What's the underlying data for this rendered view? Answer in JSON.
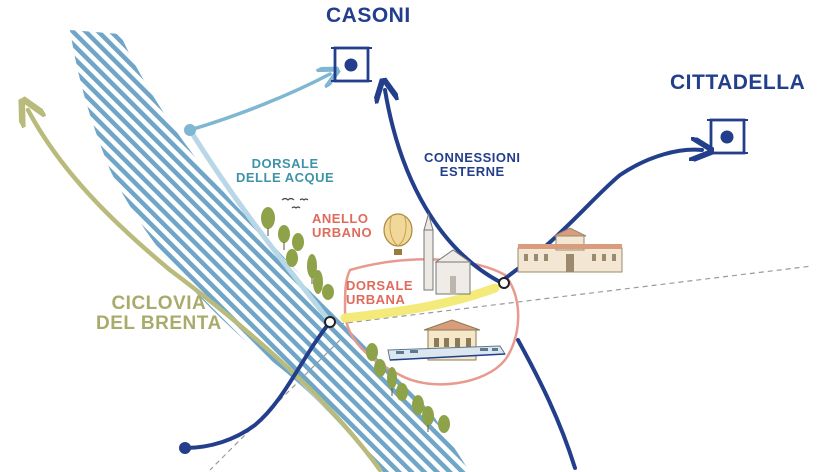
{
  "places": {
    "casoni": "CASONI",
    "cittadella": "CITTADELLA"
  },
  "routes": {
    "dorsale_acque": [
      "DORSALE",
      "DELLE ACQUE"
    ],
    "connessioni_esterne": [
      "CONNESSIONI",
      "ESTERNE"
    ],
    "anello_urbano": [
      "ANELLO",
      "URBANO"
    ],
    "dorsale_urbana": [
      "DORSALE",
      "URBANA"
    ],
    "ciclovia_brenta": [
      "CICLOVIA",
      "DEL BRENTA"
    ]
  },
  "colors": {
    "dark_blue": "#233f8c",
    "light_blue": "#7fb6d2",
    "river_hatch": "#6fa6c8",
    "olive": "#b9bb7c",
    "red_label": "#e06a5b",
    "ring": "#e89a8e",
    "yellow": "#f3ea7a",
    "tree_green": "#8ea24a",
    "teal_label": "#3f93a9"
  },
  "icons": [
    "casoni-marker-icon",
    "cittadella-marker-icon",
    "hot-air-balloon-icon",
    "church-icon",
    "villa-icon",
    "train-station-icon",
    "train-icon",
    "tree-icon",
    "bird-icon"
  ]
}
